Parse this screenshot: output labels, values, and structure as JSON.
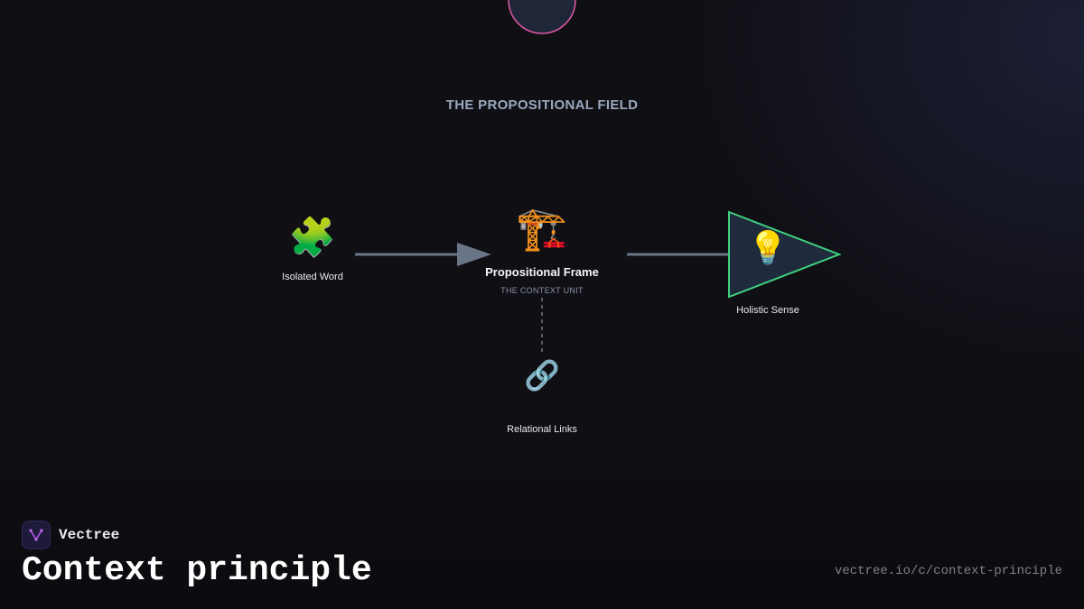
{
  "diagram": {
    "field_label": "THE PROPOSITIONAL FIELD",
    "nodes": {
      "isolated_word": {
        "icon": "puzzle-icon",
        "glyph": "🧩",
        "label": "Isolated Word"
      },
      "frame": {
        "icon": "construction-crane-icon",
        "glyph": "🏗️",
        "label": "Propositional Frame",
        "sublabel": "THE CONTEXT UNIT"
      },
      "relational_links": {
        "icon": "link-icon",
        "glyph": "🔗",
        "label": "Relational Links"
      },
      "holistic_sense": {
        "icon": "lightbulb-icon",
        "glyph": "💡",
        "label": "Holistic Sense"
      }
    },
    "colors": {
      "arrow": "#6b7588",
      "top_node_border": "#e05aa8",
      "triangle_stroke": "#3fd07f",
      "triangle_fill": "#1f2a3c",
      "dashed_link": "#6b7588"
    }
  },
  "brand": {
    "name": "Vectree",
    "icon": "vectree-logo-icon"
  },
  "footer": {
    "title": "Context principle",
    "url": "vectree.io/c/context-principle"
  }
}
